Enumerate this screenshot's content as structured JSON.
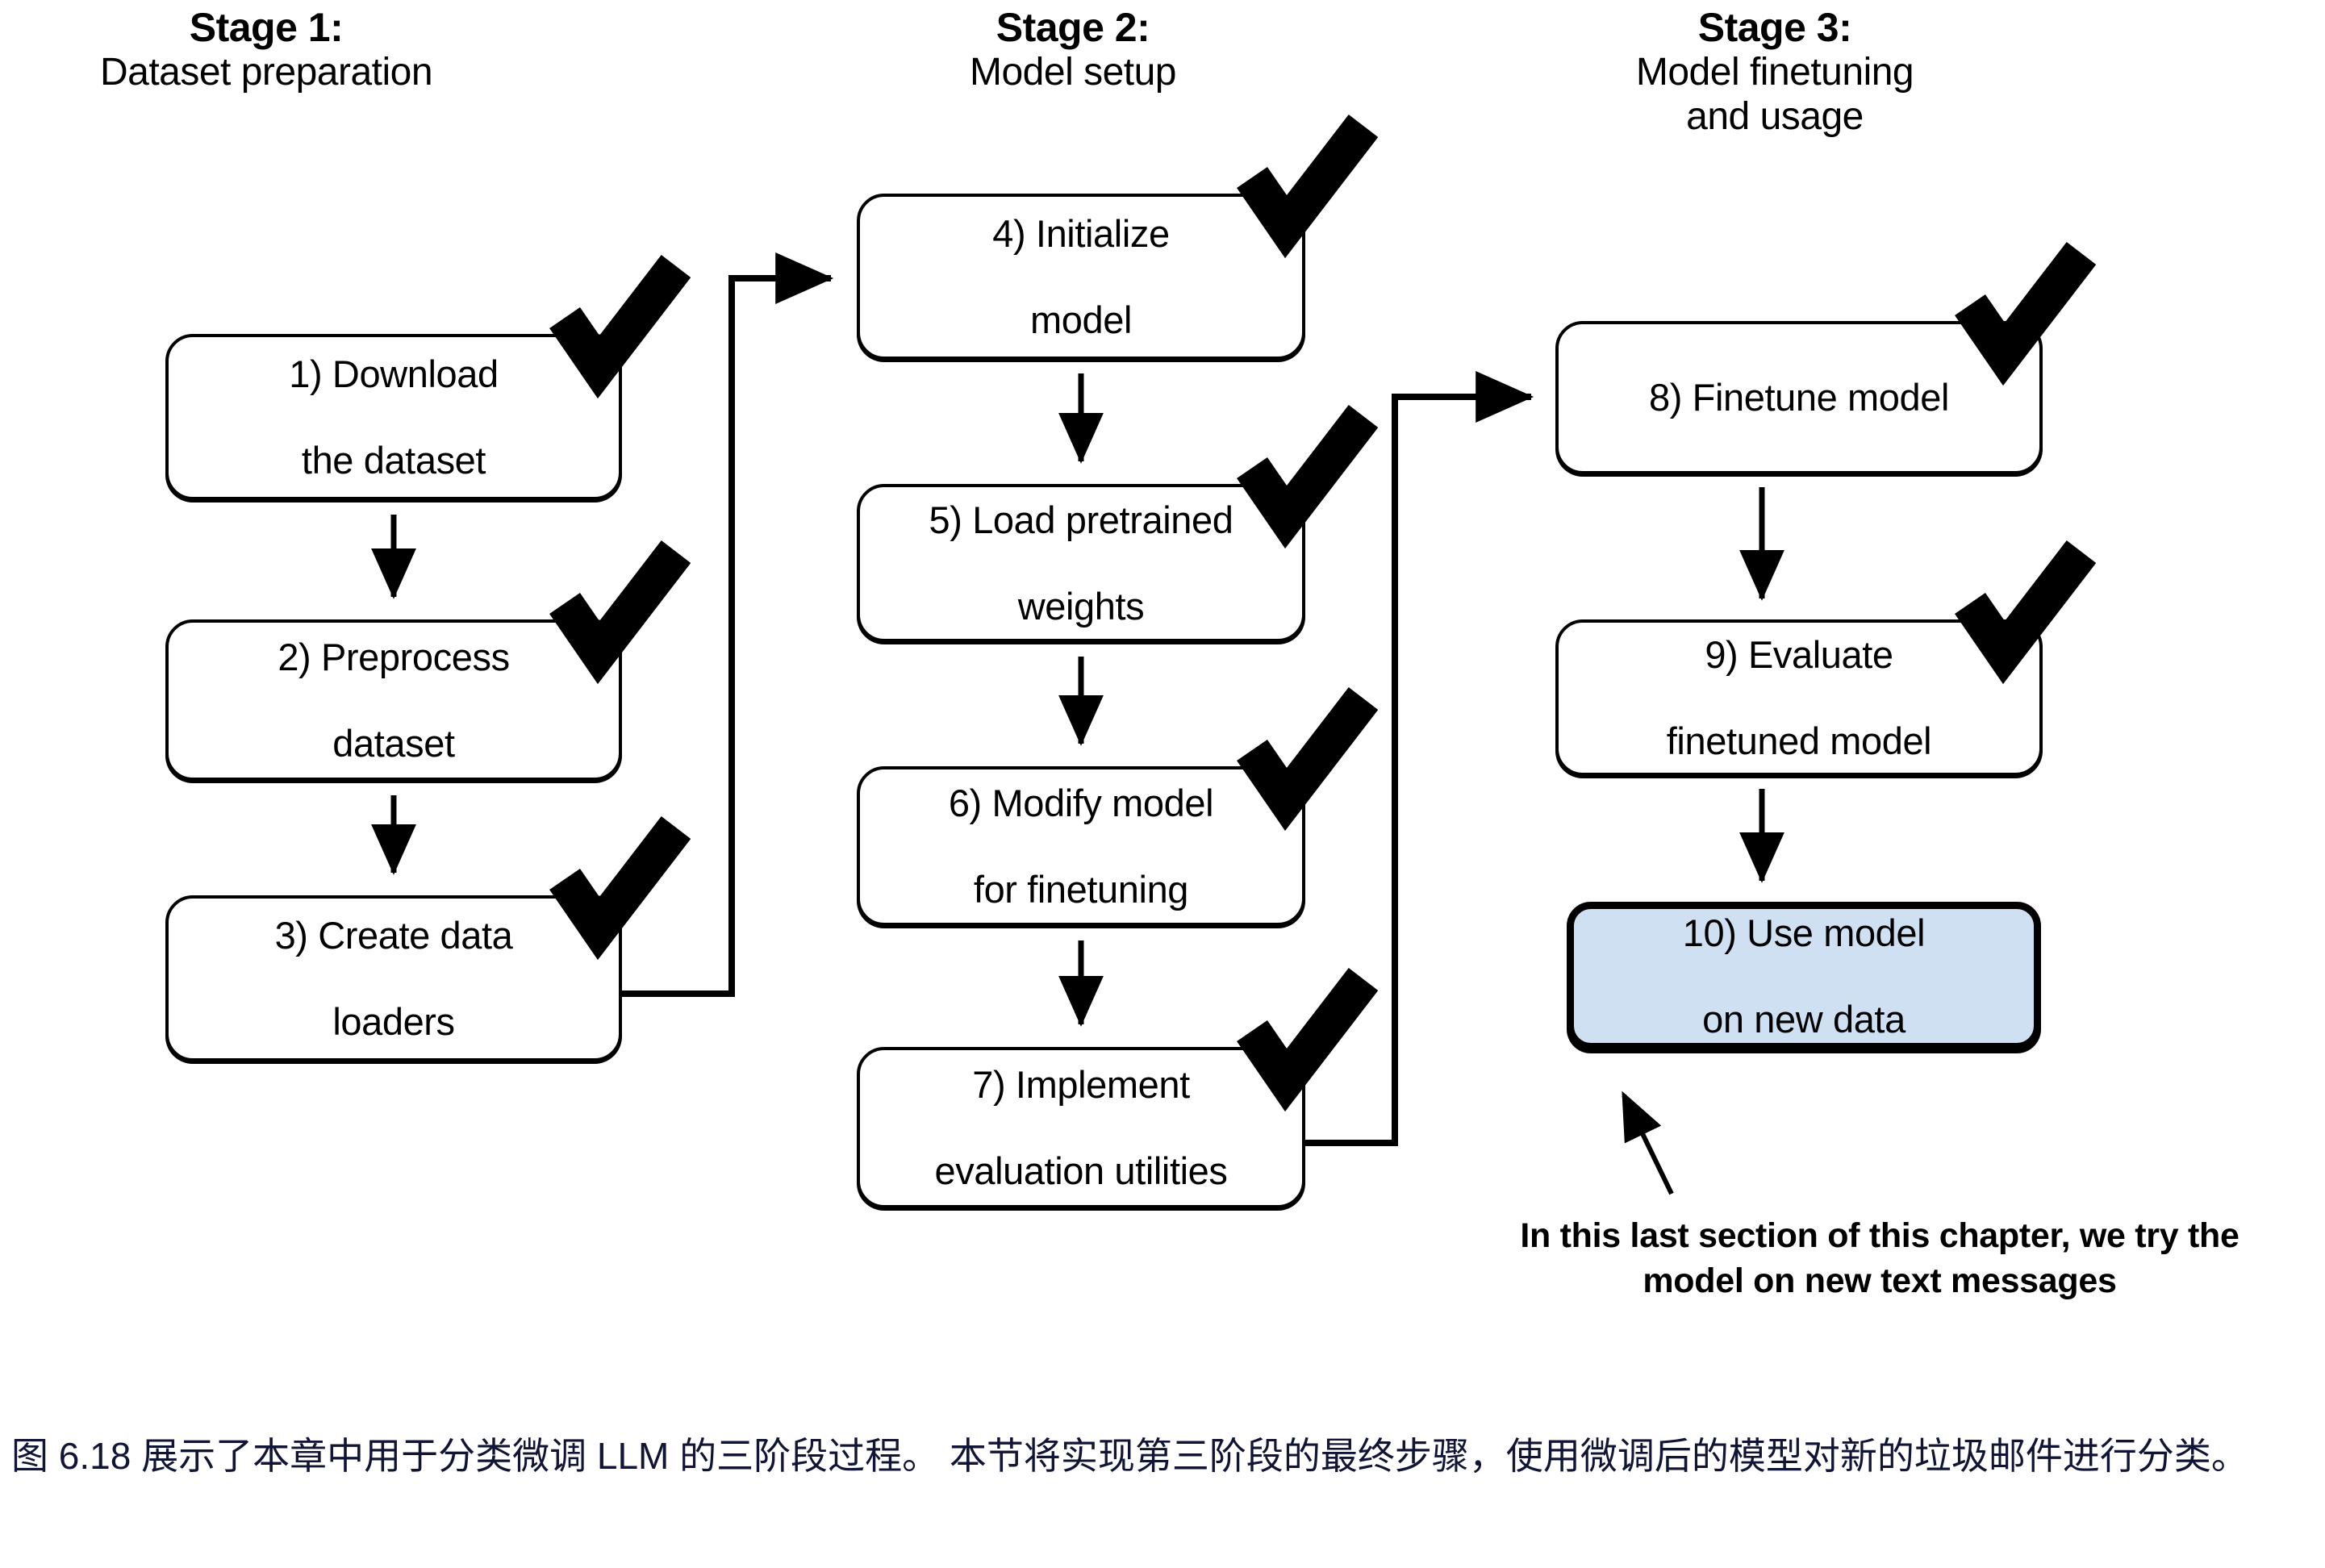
{
  "figure": {
    "id": "figure-6-18",
    "stages": [
      {
        "key": "stage1",
        "title": "Stage 1:",
        "subtitle": "Dataset preparation",
        "steps": [
          {
            "id": "node1",
            "line1": "1) Download",
            "line2": "the dataset",
            "checked": true,
            "highlight": false
          },
          {
            "id": "node2",
            "line1": "2) Preprocess",
            "line2": "dataset",
            "checked": true,
            "highlight": false
          },
          {
            "id": "node3",
            "line1": "3) Create data",
            "line2": "loaders",
            "checked": true,
            "highlight": false
          }
        ]
      },
      {
        "key": "stage2",
        "title": "Stage 2:",
        "subtitle": "Model setup",
        "steps": [
          {
            "id": "node4",
            "line1": "4) Initialize",
            "line2": "model",
            "checked": true,
            "highlight": false
          },
          {
            "id": "node5",
            "line1": "5) Load pretrained",
            "line2": "weights",
            "checked": true,
            "highlight": false
          },
          {
            "id": "node6",
            "line1": "6) Modify model",
            "line2": "for finetuning",
            "checked": true,
            "highlight": false
          },
          {
            "id": "node7",
            "line1": "7) Implement",
            "line2": "evaluation utilities",
            "checked": true,
            "highlight": false
          }
        ]
      },
      {
        "key": "stage3",
        "title": "Stage 3:",
        "subtitle_line1": "Model finetuning",
        "subtitle_line2": "and usage",
        "steps": [
          {
            "id": "node8",
            "line1": "8) Finetune model",
            "line2": "",
            "checked": true,
            "highlight": false
          },
          {
            "id": "node9",
            "line1": "9) Evaluate",
            "line2": "finetuned model",
            "checked": true,
            "highlight": false
          },
          {
            "id": "node10",
            "line1": "10) Use model",
            "line2": "on new data",
            "checked": false,
            "highlight": true
          }
        ]
      }
    ],
    "annotation": {
      "line1": "In this last section of this chapter, we try the",
      "line2": "model on new text messages"
    },
    "caption": "图 6.18 展示了本章中用于分类微调 LLM 的三阶段过程。 本节将实现第三阶段的最终步骤，使用微调后的模型对新的垃圾邮件进行分类。"
  },
  "colors": {
    "highlight_fill": "#cfe0f3",
    "stroke": "#000000",
    "caption_text": "#101535",
    "background": "#ffffff"
  }
}
